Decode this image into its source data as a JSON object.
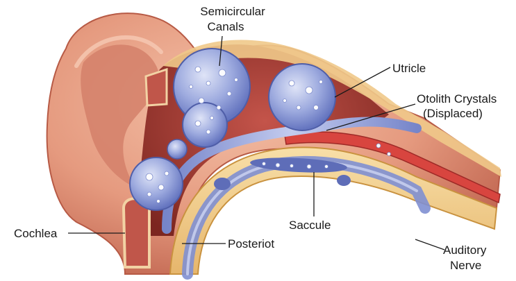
{
  "labels": {
    "semicircular_line1": "Semicircular",
    "semicircular_line2": "Canals",
    "utricle": "Utricle",
    "otolith_line1": "Otolith Crystals",
    "otolith_line2": "(Displaced)",
    "cochlea": "Cochlea",
    "posteriot": "Posteriot",
    "saccule": "Saccule",
    "auditory_line1": "Auditory",
    "auditory_line2": "Nerve"
  },
  "colors": {
    "skin": "#e8a187",
    "skin_dark": "#c96d57",
    "tissue": "#b44a3a",
    "cavity": "#8e2f26",
    "bone": "#f1cf8e",
    "fluid": "#8d9bd6",
    "fluid_light": "#c7cff0",
    "nerve": "#c9363a"
  }
}
